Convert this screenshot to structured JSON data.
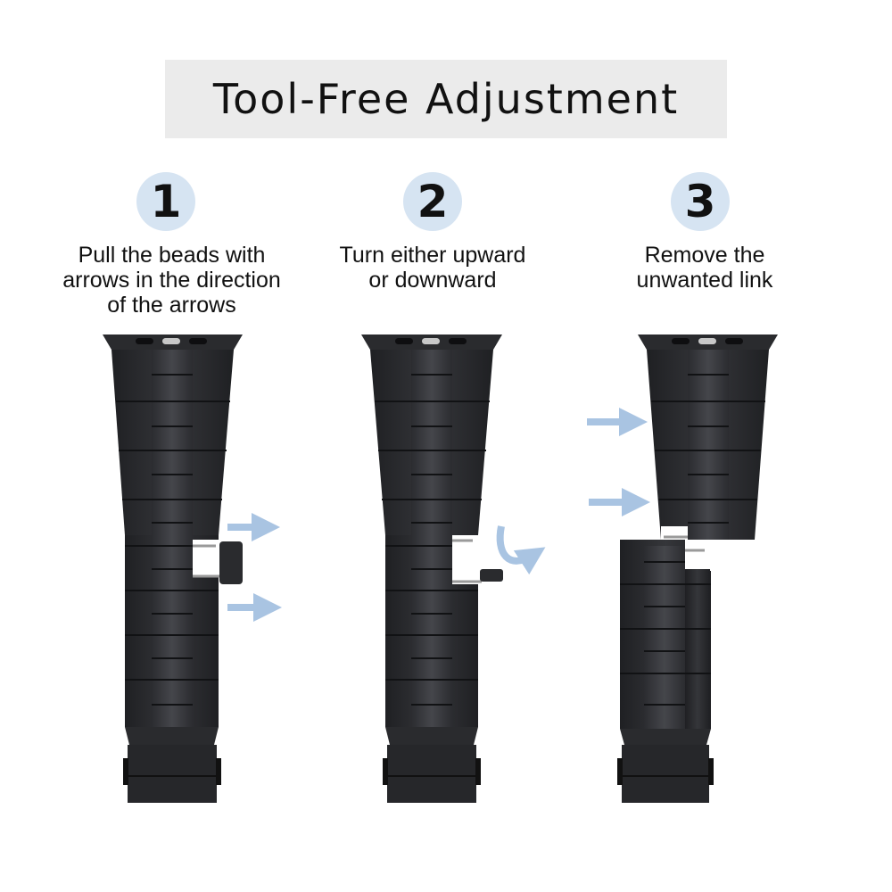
{
  "header": {
    "title": "Tool-Free Adjustment"
  },
  "steps": [
    {
      "number": "1",
      "lines": [
        "Pull the beads with",
        "arrows in the direction",
        "of  the arrows"
      ]
    },
    {
      "number": "2",
      "lines": [
        "Turn either upward",
        "or downward"
      ]
    },
    {
      "number": "3",
      "lines": [
        "Remove the",
        "unwanted link"
      ]
    }
  ],
  "colors": {
    "band": "#2a2b2e",
    "band_highlight": "#3c3d41",
    "arrow": "#a9c4e2",
    "badge": "#d6e4f2",
    "title_bg": "#ebebeb"
  }
}
